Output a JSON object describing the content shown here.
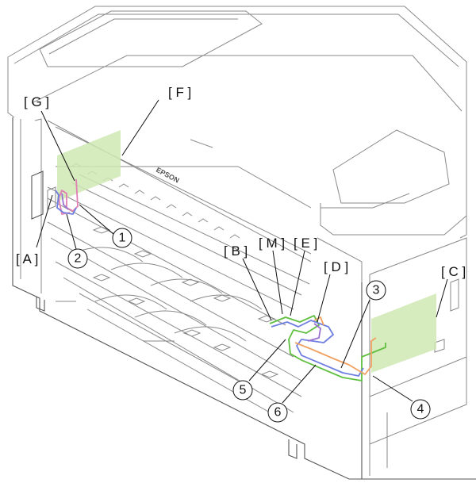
{
  "diagram": {
    "brand_logo": "EPSON",
    "callout_letters": [
      "[ A ]",
      "[ B ]",
      "[ C ]",
      "[ D ]",
      "[ E ]",
      "[ F ]",
      "[ G ]",
      "[ M ]"
    ],
    "callout_numbers": [
      "1",
      "2",
      "3",
      "4",
      "5",
      "6"
    ],
    "colors": {
      "highlight_area": "#cfe7b3",
      "cable_blue": "#6f7fe0",
      "cable_pink": "#e07fb3",
      "cable_green": "#5fbf3f",
      "cable_orange": "#f0a060",
      "cable_purple": "#9a6fd0"
    }
  }
}
